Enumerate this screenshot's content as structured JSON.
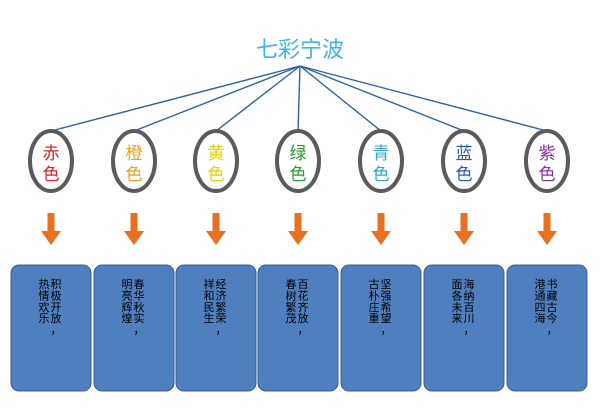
{
  "title": {
    "text": "七彩宁波",
    "color": "#3DB6E8"
  },
  "line_color": "#2E63A9",
  "ellipse_stroke": "#5B5B5B",
  "arrow_color": "#E8701F",
  "box_fill": "#4F7FBF",
  "box_stroke": "#355E95",
  "box_text_color": "#000000",
  "colors": [
    {
      "name": "赤色",
      "chars": [
        "赤",
        "色"
      ],
      "color": "#E02020",
      "desc": "积极开放，热情欢乐",
      "lines": [
        "积极开放，",
        "热情欢乐"
      ]
    },
    {
      "name": "橙色",
      "chars": [
        "橙",
        "色"
      ],
      "color": "#F0A020",
      "desc": "春华秋实，明亮辉煌",
      "lines": [
        "春华秋实，",
        "明亮辉煌"
      ]
    },
    {
      "name": "黄色",
      "chars": [
        "黄",
        "色"
      ],
      "color": "#E8D000",
      "desc": "经济繁荣，祥和民生",
      "lines": [
        "经济繁荣，",
        "祥和民生"
      ]
    },
    {
      "name": "绿色",
      "chars": [
        "绿",
        "色"
      ],
      "color": "#22A02A",
      "desc": "百花齐放，春树繁茂",
      "lines": [
        "百花齐放，",
        "春树繁茂"
      ]
    },
    {
      "name": "青色",
      "chars": [
        "青",
        "色"
      ],
      "color": "#35A8C8",
      "desc": "坚强希望，古朴庄重",
      "lines": [
        "坚强希望，",
        "古朴庄重"
      ]
    },
    {
      "name": "蓝色",
      "chars": [
        "蓝",
        "色"
      ],
      "color": "#2858B8",
      "desc": "海纳百川，面各未来",
      "lines": [
        "海纳百川，",
        "面各未来"
      ]
    },
    {
      "name": "紫色",
      "chars": [
        "紫",
        "色"
      ],
      "color": "#8B2FA8",
      "desc": "书藏古今，港通四海",
      "lines": [
        "书藏古今，",
        "港通四海"
      ]
    }
  ]
}
